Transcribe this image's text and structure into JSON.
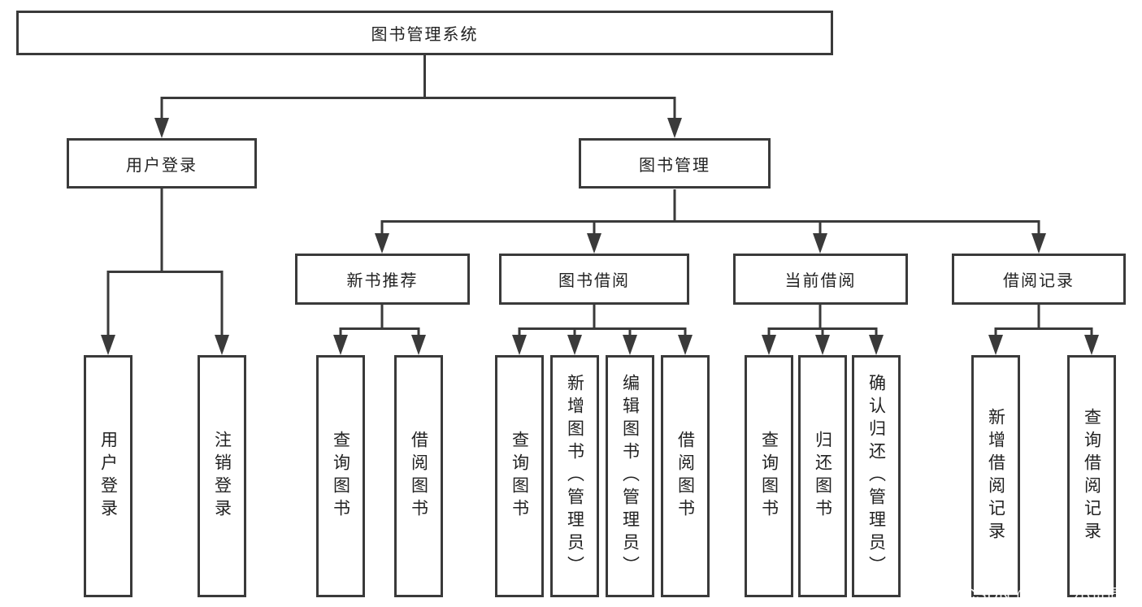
{
  "colors": {
    "line": "#3a3a3a",
    "box_border": "#3a3a3a",
    "text": "#222222",
    "background": "#ffffff",
    "watermark_text": "#ffffff"
  },
  "watermark": "CSDN @软件_小贺同学",
  "diagram": {
    "root": {
      "label": "图书管理系统"
    },
    "level2": {
      "user_login": {
        "label": "用户登录"
      },
      "book_management": {
        "label": "图书管理"
      }
    },
    "level3": {
      "new_book_recommend": {
        "label": "新书推荐"
      },
      "book_borrowing": {
        "label": "图书借阅"
      },
      "current_borrowing": {
        "label": "当前借阅"
      },
      "borrowing_records": {
        "label": "借阅记录"
      }
    },
    "leaves": {
      "under_user_login": {
        "user_login": "用户登录",
        "logout": "注销登录"
      },
      "under_new_book_recommend": {
        "query_books": "查询图书",
        "borrow_books": "借阅图书"
      },
      "under_book_borrowing": {
        "query_books": "查询图书",
        "add_books_admin": "新增图书（管理员）",
        "edit_books_admin": "编辑图书（管理员）",
        "borrow_books": "借阅图书"
      },
      "under_current_borrowing": {
        "query_books": "查询图书",
        "return_books": "归还图书",
        "confirm_return_admin": "确认归还（管理员）"
      },
      "under_borrowing_records": {
        "add_borrow_record": "新增借阅记录",
        "query_borrow_record": "查询借阅记录"
      }
    }
  }
}
